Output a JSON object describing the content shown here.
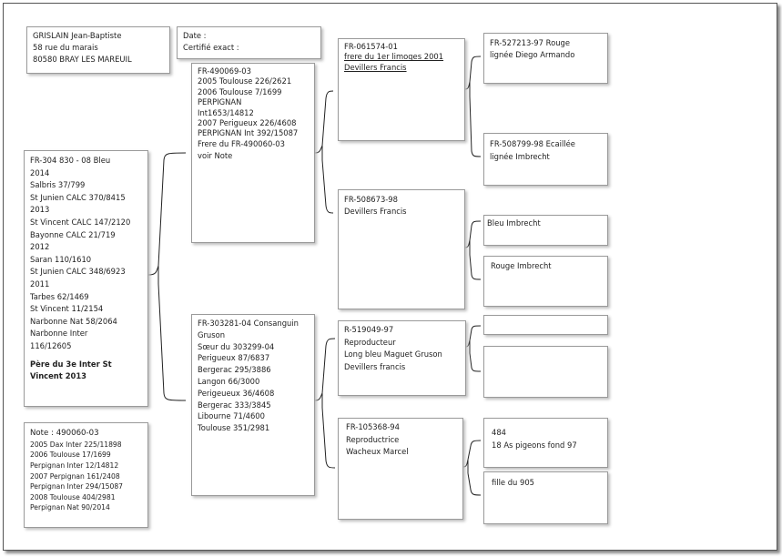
{
  "owner": {
    "name": "GRISLAIN Jean-Baptiste",
    "street": "58 rue du marais",
    "city": "80580 BRAY LES MAREUIL"
  },
  "certification": {
    "date_label": "Date :",
    "certified_label": "Certifié exact :"
  },
  "subject": {
    "lines": [
      "FR-304 830 - 08 Bleu",
      "2014",
      "Salbris 37/799",
      "St Junien  CALC 370/8415",
      "2013",
      "St Vincent CALC 147/2120",
      "Bayonne CALC 21/719",
      "2012",
      "Saran 110/1610",
      "St Junien CALC 348/6923",
      "2011",
      "Tarbes 62/1469",
      "St Vincent 11/2154",
      "Narbonne Nat 58/2064",
      "Narbonne Inter",
      "116/12605"
    ],
    "highlight_lines": [
      "Père du 3e Inter St",
      "Vincent 2013"
    ]
  },
  "note": {
    "title": "Note : 490060-03",
    "lines": [
      "2005 Dax Inter 225/11898",
      "2006 Toulouse 17/1699",
      "Perpignan Inter 12/14812",
      "2007 Perpignan 161/2408",
      "Perpignan Inter 294/15087",
      "2008 Toulouse 404/2981",
      "Perpignan Nat 90/2014"
    ]
  },
  "sire": {
    "lines": [
      "FR-490069-03",
      "2005 Toulouse 226/2621",
      "2006 Toulouse 7/1699",
      "PERPIGNAN",
      "Int1653/14812",
      "2007 Perigueux 226/4608",
      "PERPIGNAN Int 392/15087",
      "Frere du FR-490060-03",
      "voir Note"
    ]
  },
  "dam": {
    "lines": [
      "FR-303281-04 Consanguin",
      "Gruson",
      "Sœur du 303299-04",
      "Perigueux 87/6837",
      "Bergerac 295/3886",
      "Langon 66/3000",
      "Perigeueux 36/4608",
      "Bergerac 333/3845",
      "Libourne 71/4600",
      "Toulouse 351/2981"
    ]
  },
  "sire_sire": {
    "ring": "FR-061574-01",
    "lines": [
      "frere du 1er limoges 2001",
      "Devillers Francis"
    ]
  },
  "sire_dam": {
    "lines": [
      "FR-508673-98",
      "Devillers Francis"
    ]
  },
  "dam_sire": {
    "lines": [
      "R-519049-97",
      "Reproducteur",
      "Long bleu Maguet Gruson",
      "Devillers francis"
    ]
  },
  "dam_dam": {
    "lines": [
      "FR-105368-94",
      "Reproductrice",
      "Wacheux Marcel"
    ]
  },
  "gen4": {
    "ss_s": {
      "lines": [
        "FR-527213-97 Rouge",
        "lignée Diego Armando"
      ]
    },
    "ss_d": {
      "lines": [
        "FR-508799-98 Ecaillée",
        "lignée Imbrecht"
      ]
    },
    "sd_s": {
      "lines": [
        "Bleu Imbrecht"
      ]
    },
    "sd_d": {
      "lines": [
        "Rouge Imbrecht"
      ]
    },
    "ds_s": {
      "lines": []
    },
    "ds_d": {
      "lines": []
    },
    "dd_s": {
      "lines": [
        "484",
        "18 As pigeons fond 97"
      ]
    },
    "dd_d": {
      "lines": [
        "fille du 905"
      ]
    }
  }
}
